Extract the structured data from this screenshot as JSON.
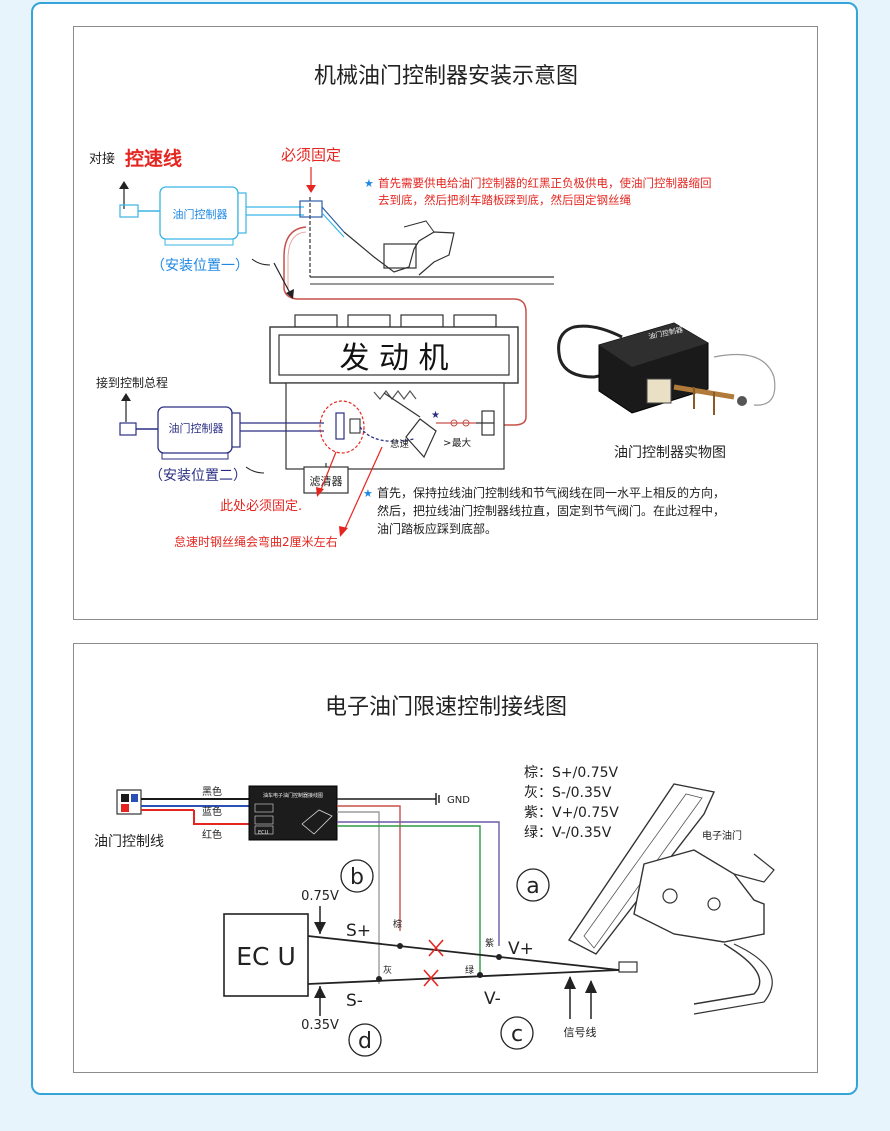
{
  "colors": {
    "frame_border": "#35a4d8",
    "background": "#e8f4fb",
    "blue_accent": "#1e88e5",
    "cyan_line": "#3ab5e6",
    "red_text": "#e52620",
    "navy": "#2b2f83",
    "orange_wire": "#c8504a",
    "green_wire": "#2e9a45",
    "purple_wire": "#6b5aa6"
  },
  "mechanical": {
    "title": "机械油门控制器安装示意图",
    "connect_prefix": "对接",
    "connect_speed_line": "控速线",
    "must_fix": "必须固定",
    "controller_label_1": "油门控制器",
    "install_position_1": "（安装位置一）",
    "note_1_star": "★",
    "note_1_line1": "首先需要供电给油门控制器的红黑正负极供电，使油门控制器缩回",
    "note_1_line2": "去到底，然后把刹车踏板踩到底，然后固定钢丝绳",
    "engine_label": "发 动 机",
    "photo_caption": "油门控制器实物图",
    "connect_control_cable": "接到控制总程",
    "controller_label_2": "油门控制器",
    "install_position_2": "（安装位置二）",
    "idle_label": "怠速",
    "max_label": "最大",
    "filter_label": "滤清器",
    "fix_here": "此处必须固定.",
    "idle_bend_note": "怠速时钢丝绳会弯曲2厘米左右",
    "note_2_star": "★",
    "note_2_line1": "首先，保持拉线油门控制线和节气阀线在同一水平上相反的方向，",
    "note_2_line2": "然后，把拉线油门控制器线拉直，固定到节气阀门。在此过程中，",
    "note_2_line3": "油门踏板应踩到底部。",
    "device_plate_text": "油门控制器"
  },
  "electronic": {
    "title": "电子油门限速控制接线图",
    "legend": [
      "棕：S+/0.75V",
      "灰：S-/0.35V",
      "紫：V+/0.75V",
      "绿：V-/0.35V"
    ],
    "wire_black": "黑色",
    "wire_blue": "蓝色",
    "wire_red": "红色",
    "gnd_label": "GND",
    "cable_label": "油门控制线",
    "module_title": "油车电子油门控制器接线图",
    "module_ecu": "ECU",
    "pedal_label": "电子油门",
    "letter_a": "a",
    "letter_b": "b",
    "letter_c": "c",
    "letter_d": "d",
    "volt_top": "0.75V",
    "volt_bottom": "0.35V",
    "ecu_label": "EC U",
    "s_plus": "S+",
    "s_minus": "S-",
    "v_plus": "V+",
    "v_minus": "V-",
    "brown": "棕",
    "grey": "灰",
    "purple": "紫",
    "green": "绿",
    "signal_line": "信号线"
  }
}
